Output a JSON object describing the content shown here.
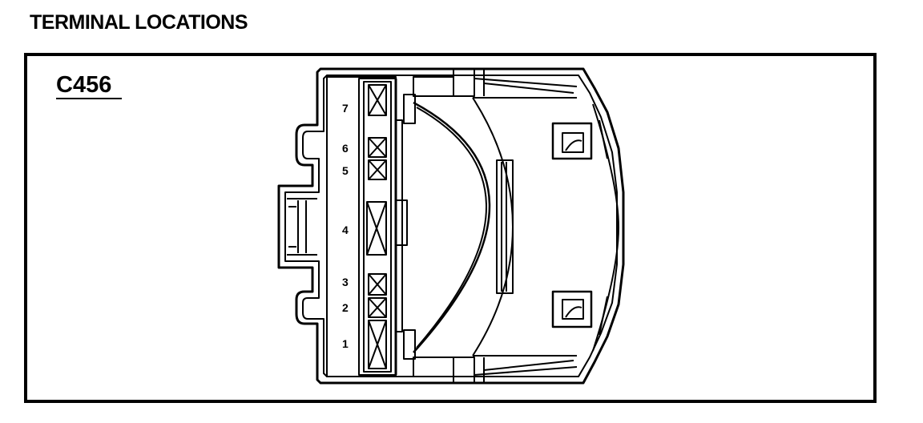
{
  "header": {
    "title": "TERMINAL LOCATIONS"
  },
  "connector": {
    "id": "C456",
    "pins": [
      {
        "number": "7"
      },
      {
        "number": "6"
      },
      {
        "number": "5"
      },
      {
        "number": "4"
      },
      {
        "number": "3"
      },
      {
        "number": "2"
      },
      {
        "number": "1"
      }
    ]
  },
  "colors": {
    "line": "#000000",
    "background": "#ffffff"
  }
}
